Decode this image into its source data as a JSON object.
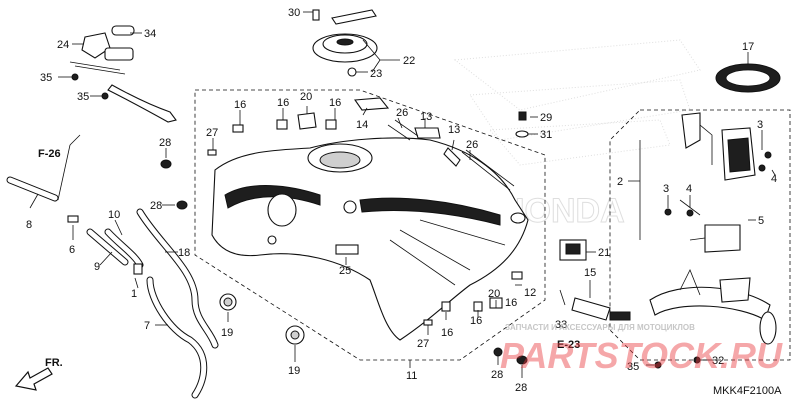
{
  "labels": {
    "p1": "1",
    "p2": "2",
    "p3a": "3",
    "p3b": "3",
    "p4a": "4",
    "p4b": "4",
    "p5": "5",
    "p6": "6",
    "p7": "7",
    "p8": "8",
    "p9": "9",
    "p10": "10",
    "p11": "11",
    "p12": "12",
    "p13a": "13",
    "p13b": "13",
    "p14": "14",
    "p15": "15",
    "p16a": "16",
    "p16b": "16",
    "p16c": "16",
    "p16d": "16",
    "p16e": "16",
    "p17": "17",
    "p18": "18",
    "p19a": "19",
    "p19b": "19",
    "p20a": "20",
    "p20b": "20",
    "p21": "21",
    "p22": "22",
    "p23": "23",
    "p24": "24",
    "p25": "25",
    "p26a": "26",
    "p26b": "26",
    "p27a": "27",
    "p27b": "27",
    "p28a": "28",
    "p28b": "28",
    "p28c": "28",
    "p28d": "28",
    "p29": "29",
    "p30": "30",
    "p31": "31",
    "p32": "32",
    "p33": "33",
    "p34": "34",
    "p35a": "35",
    "p35b": "35",
    "p35c": "35"
  },
  "refs": {
    "f26": "F-26",
    "e23": "E-23",
    "fr": "FR."
  },
  "diagram_code": "MKK4F2100A",
  "watermark": {
    "brand": "HONDA",
    "site": "PARTSTOCK.RU",
    "tagline": "ЗАПЧАСТИ И АКСЕССУАРЫ ДЛЯ МОТОЦИКЛОВ"
  },
  "colors": {
    "ink": "#111111",
    "watermark_red": "#e8383d",
    "watermark_grey": "#b8b8b8"
  }
}
